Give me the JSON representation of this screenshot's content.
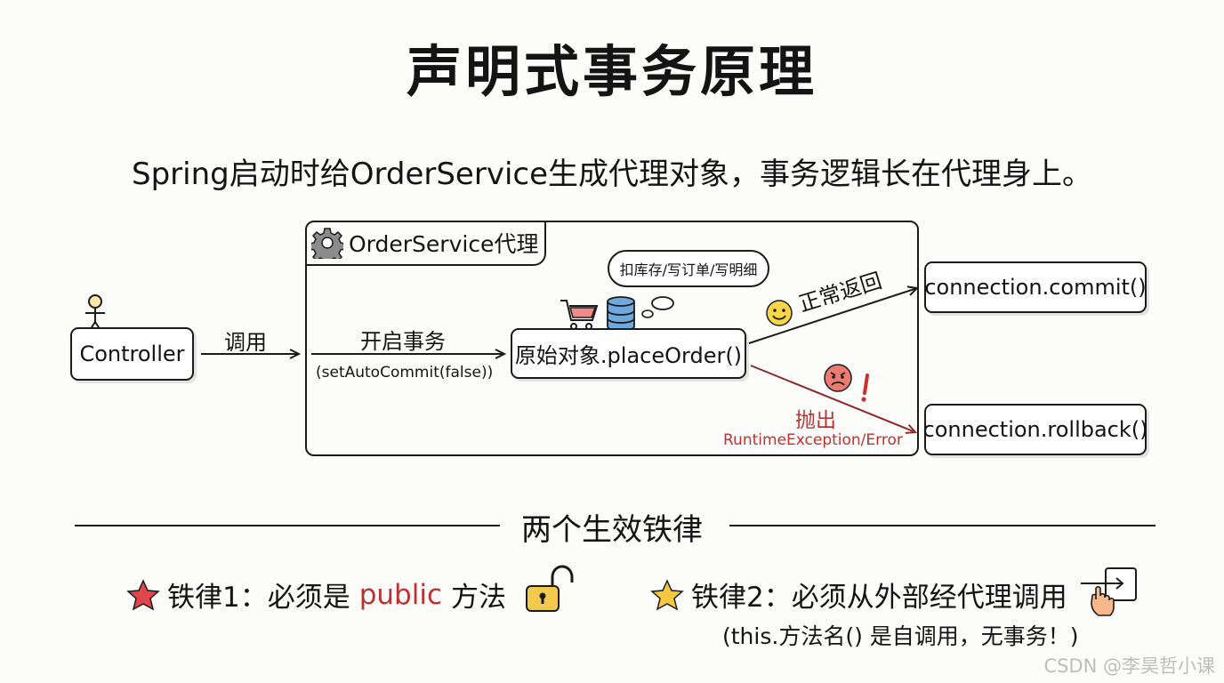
{
  "title": "声明式事务原理",
  "subtitle": "Spring启动时给OrderService生成代理对象，事务逻辑长在代理身上。",
  "actor": {
    "label": "Controller",
    "call_label": "调用"
  },
  "proxy": {
    "label": "OrderService代理",
    "begin_label": "开启事务",
    "begin_detail": "(setAutoCommit(false))",
    "target_label": "原始对象.placeOrder()",
    "thought": "扣库存/写订单/写明细",
    "success_label": "正常返回",
    "error_label": "抛出",
    "error_detail": "RuntimeException/Error"
  },
  "outcomes": {
    "commit": "connection.commit()",
    "rollback": "connection.rollback()"
  },
  "rules": {
    "heading": "两个生效铁律",
    "rule1_prefix": "铁律1：必须是",
    "rule1_keyword": "public",
    "rule1_suffix": "方法",
    "rule2_text": "铁律2：必须从外部经代理调用",
    "rule2_note": "(this.方法名() 是自调用，无事务！)"
  },
  "watermark": "CSDN @李昊哲小课",
  "colors": {
    "accent_red": "#b93331",
    "ink": "#141414",
    "star_red": "#e0474c",
    "star_yellow": "#f5c842",
    "lock_yellow": "#f2c94c",
    "db_blue": "#6fa8dc"
  }
}
